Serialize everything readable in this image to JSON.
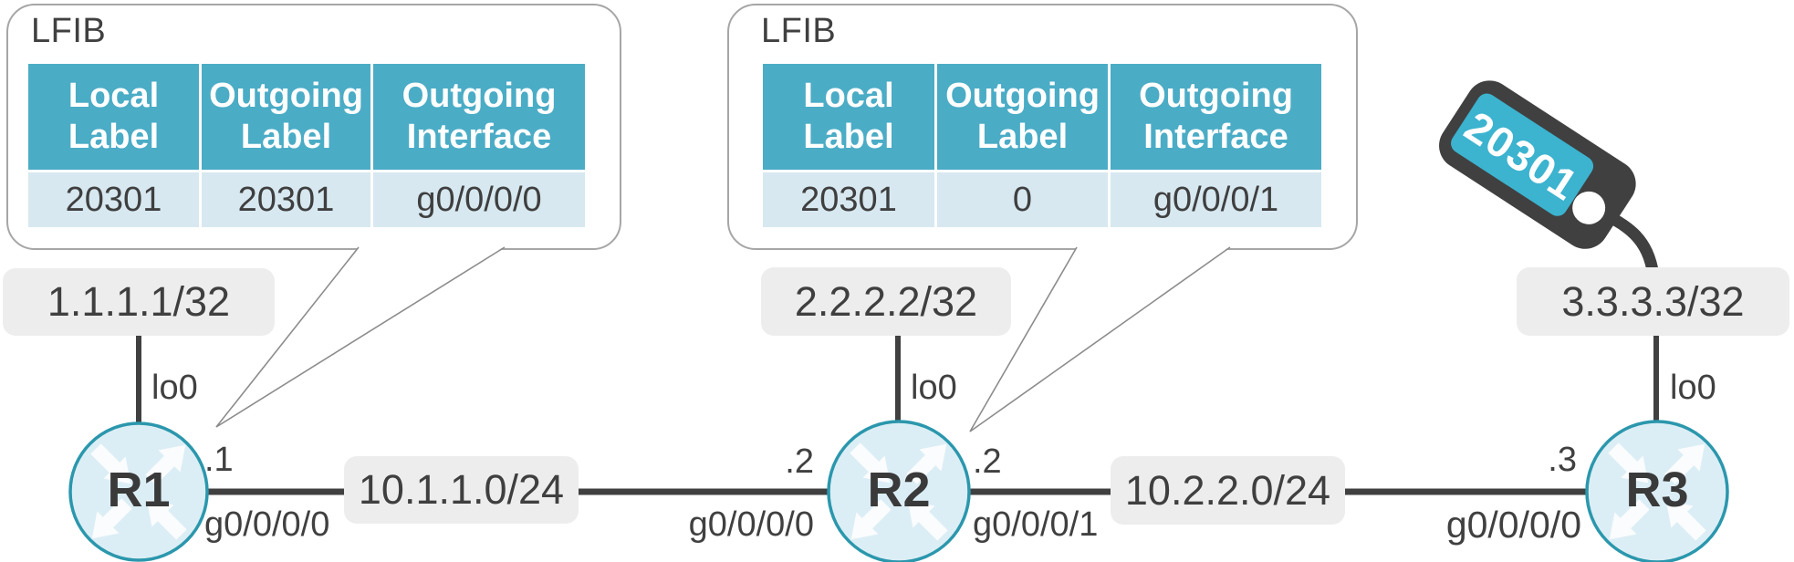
{
  "colors": {
    "table_header_teal": "#4BACC6",
    "table_row_fill": "#D7E8F0",
    "dark_line": "#404040",
    "router_fill": "#DCEEF5",
    "router_border": "#2B97AD",
    "network_box_fill": "#EDEDED",
    "tag_teal": "#3CB3CF"
  },
  "callouts": [
    {
      "title": "LFIB",
      "headers": [
        "Local Label",
        "Outgoing Label",
        "Outgoing Interface"
      ],
      "rows": [
        [
          "20301",
          "20301",
          "g0/0/0/0"
        ]
      ]
    },
    {
      "title": "LFIB",
      "headers": [
        "Local Label",
        "Outgoing Label",
        "Outgoing Interface"
      ],
      "rows": [
        [
          "20301",
          "0",
          "g0/0/0/1"
        ]
      ]
    }
  ],
  "tag": {
    "label": "20301"
  },
  "routers": [
    {
      "name": "R1",
      "loopback_if": "lo0",
      "loopback_ip": "1.1.1.1/32"
    },
    {
      "name": "R2",
      "loopback_if": "lo0",
      "loopback_ip": "2.2.2.2/32"
    },
    {
      "name": "R3",
      "loopback_if": "lo0",
      "loopback_ip": "3.3.3.3/32"
    }
  ],
  "links": [
    {
      "network": "10.1.1.0/24",
      "left_addr": ".1",
      "left_if": "g0/0/0/0",
      "right_addr": ".2",
      "right_if": "g0/0/0/0"
    },
    {
      "network": "10.2.2.0/24",
      "left_addr": ".2",
      "left_if": "g0/0/0/1",
      "right_addr": ".3",
      "right_if": "g0/0/0/0"
    }
  ]
}
